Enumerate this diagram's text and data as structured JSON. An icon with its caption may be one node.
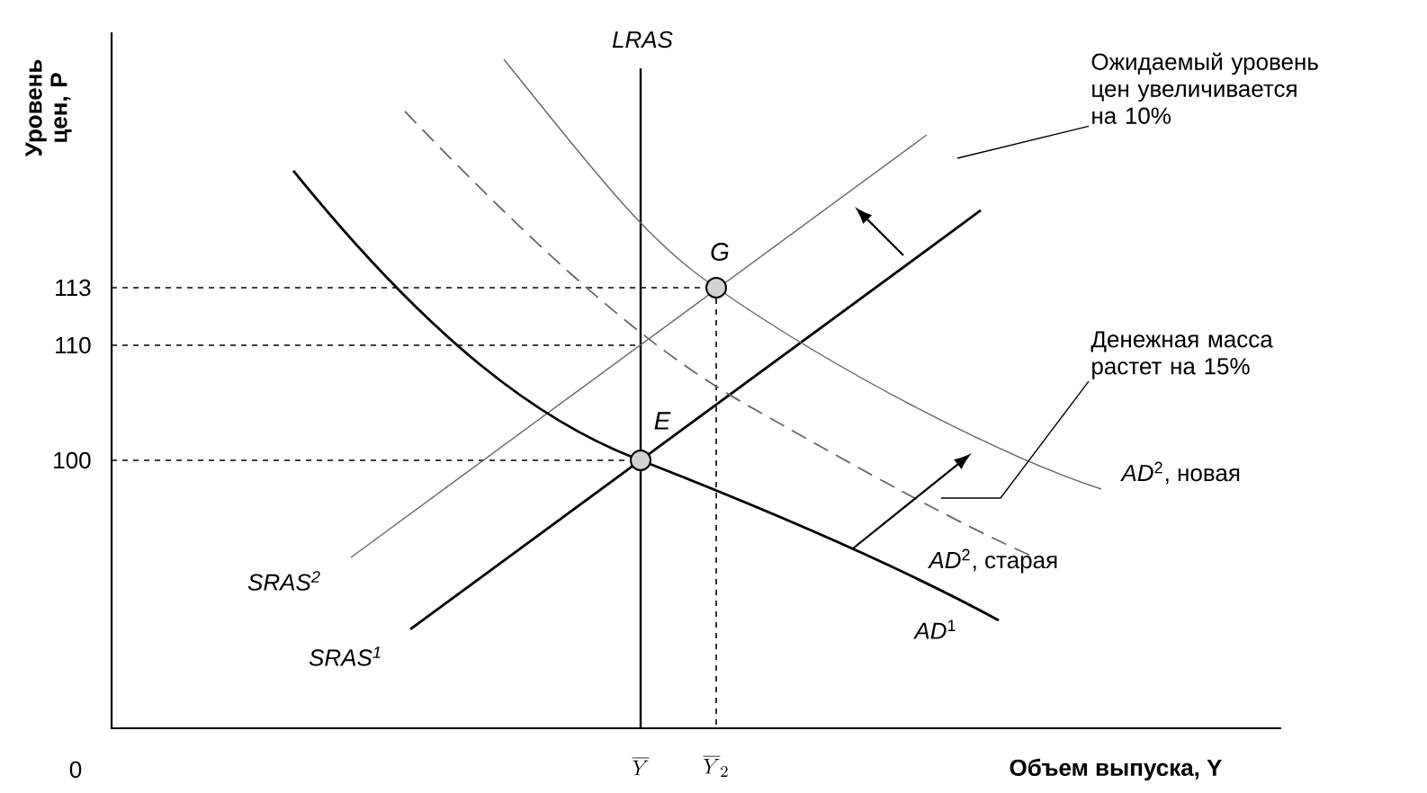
{
  "diagram": {
    "nodes": [
      {
        "text": [
          "Ожидаемый уровень цен увеличивается на 10%"
        ]
      },
      {
        "text": [
          "Денежная масса растет на 15%"
        ]
      },
      {
        "text": [],
        "shape": "circle",
        "beside": [
          "E"
        ]
      },
      {
        "text": [],
        "shape": "circle",
        "beside": [
          "G"
        ]
      }
    ],
    "edges": [
      {
        "from": 0,
        "to": null,
        "arrow": "none"
      },
      {
        "from": 1,
        "to": null,
        "arrow": "none"
      }
    ],
    "labels": [
      "Уровень цен, P",
      "113",
      "110",
      "100",
      "0",
      "\\overline{Y}",
      "\\overline{Y}_2",
      "Объем выпуска, Y",
      "LRAS",
      "SRAS$^{2}$",
      "SRAS$^{1}$",
      "*AD*$^{2}$, новая",
      "*AD*$^{2}$, старая",
      "*AD*$^{1}$"
    ]
  }
}
